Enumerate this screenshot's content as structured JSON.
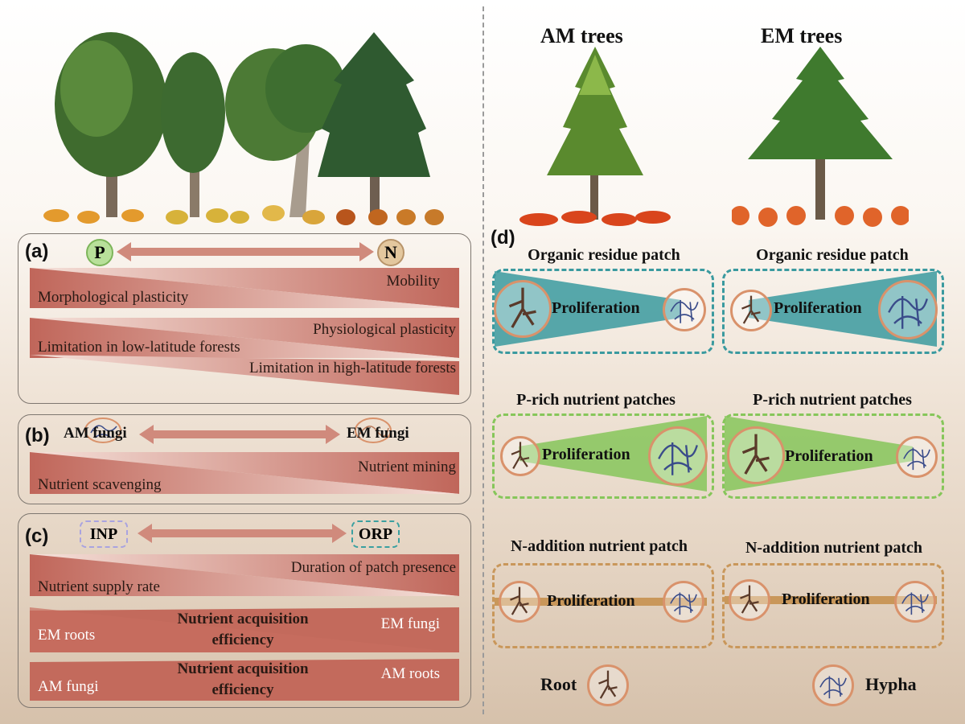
{
  "left": {
    "panel_a": {
      "label": "(a)",
      "left_symbol": "P",
      "right_symbol": "N",
      "left_symbol_color": "#9fd07e",
      "right_symbol_color": "#d9b58a",
      "wedges": [
        {
          "top_right": "Mobility",
          "bottom_left": "Morphological plasticity"
        },
        {
          "top_right": "Physiological plasticity",
          "bottom_left": "Limitation in low-latitude forests"
        },
        {
          "top_right": "Limitation in high-latitude forests",
          "bottom_left": ""
        }
      ]
    },
    "panel_b": {
      "label": "(b)",
      "left_text": "AM fungi",
      "right_text": "EM fungi",
      "wedges": [
        {
          "top_right": "Nutrient mining",
          "bottom_left": "Nutrient scavenging"
        }
      ]
    },
    "panel_c": {
      "label": "(c)",
      "left_box": "INP",
      "right_box": "ORP",
      "left_box_color": "#a9a3e0",
      "right_box_color": "#3aa0a0",
      "wedges": [
        {
          "top_right": "Duration of patch presence",
          "bottom_left": "Nutrient supply rate"
        },
        {
          "left": "EM roots",
          "center": "Nutrient acquisition efficiency",
          "right": "EM fungi"
        },
        {
          "left": "AM fungi",
          "center": "Nutrient acquisition efficiency",
          "right": "AM roots"
        }
      ]
    }
  },
  "right": {
    "label": "(d)",
    "columns": [
      {
        "title": "AM trees"
      },
      {
        "title": "EM trees"
      }
    ],
    "rows": [
      {
        "title": "Organic residue patch",
        "color": "#3a9a9f",
        "center": "Proliferation"
      },
      {
        "title": "P-rich nutrient patches",
        "color": "#86c65a",
        "center": "Proliferation"
      },
      {
        "title": "N-addition nutrient patch",
        "color": "#c9975a",
        "center": "Proliferation"
      }
    ],
    "legend": {
      "root": "Root",
      "hypha": "Hypha"
    }
  },
  "colors": {
    "wedge_dark": "#c0665a",
    "wedge_light": "#f3dcd5",
    "arrow": "#d08a7c",
    "circle_border": "#d9926b"
  }
}
